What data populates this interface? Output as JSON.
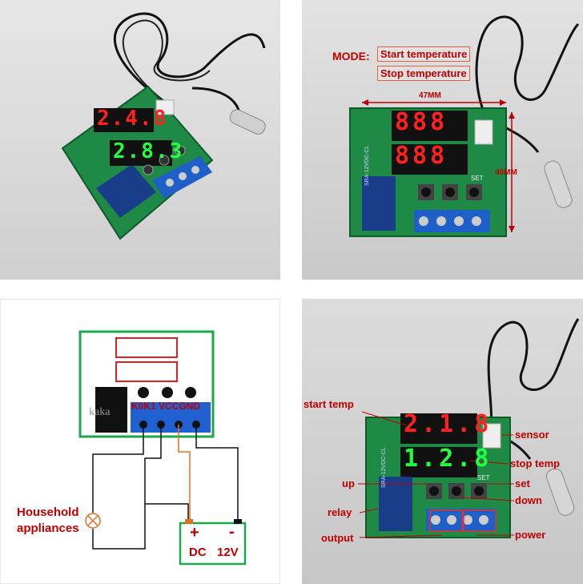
{
  "panel1": {
    "display_top": "2.4.8",
    "display_bottom": "2.8.3"
  },
  "panel2": {
    "mode_label": "MODE:",
    "start_label": "Start temperature",
    "stop_label": "Stop temperature",
    "width_label": "47MM",
    "height_label": "40MM",
    "relay_text": "SRA-12VDC-CL",
    "set_label": "SET"
  },
  "panel3": {
    "terminals_label": "K0K1 VCCGND",
    "watermark": "kaka",
    "load_label_1": "Household",
    "load_label_2": "appliances",
    "plus": "+",
    "minus": "-",
    "dc_label": "DC",
    "volt_label": "12V"
  },
  "panel4": {
    "display_top": "2.1.8",
    "display_bottom": "1.2.8",
    "relay_text": "SRA-12VDC-CL",
    "set_label": "SET",
    "labels": {
      "start_temp": "start temp",
      "sensor": "sensor",
      "stop_temp": "stop temp",
      "up": "up",
      "set": "set",
      "down": "down",
      "relay": "relay",
      "output": "output",
      "power": "power"
    }
  },
  "colors": {
    "pcb": "#1f8a45",
    "red_digit": "#ff2020",
    "green_digit": "#20ff40",
    "terminal": "#1f5fc8",
    "annotation": "#c00000"
  }
}
